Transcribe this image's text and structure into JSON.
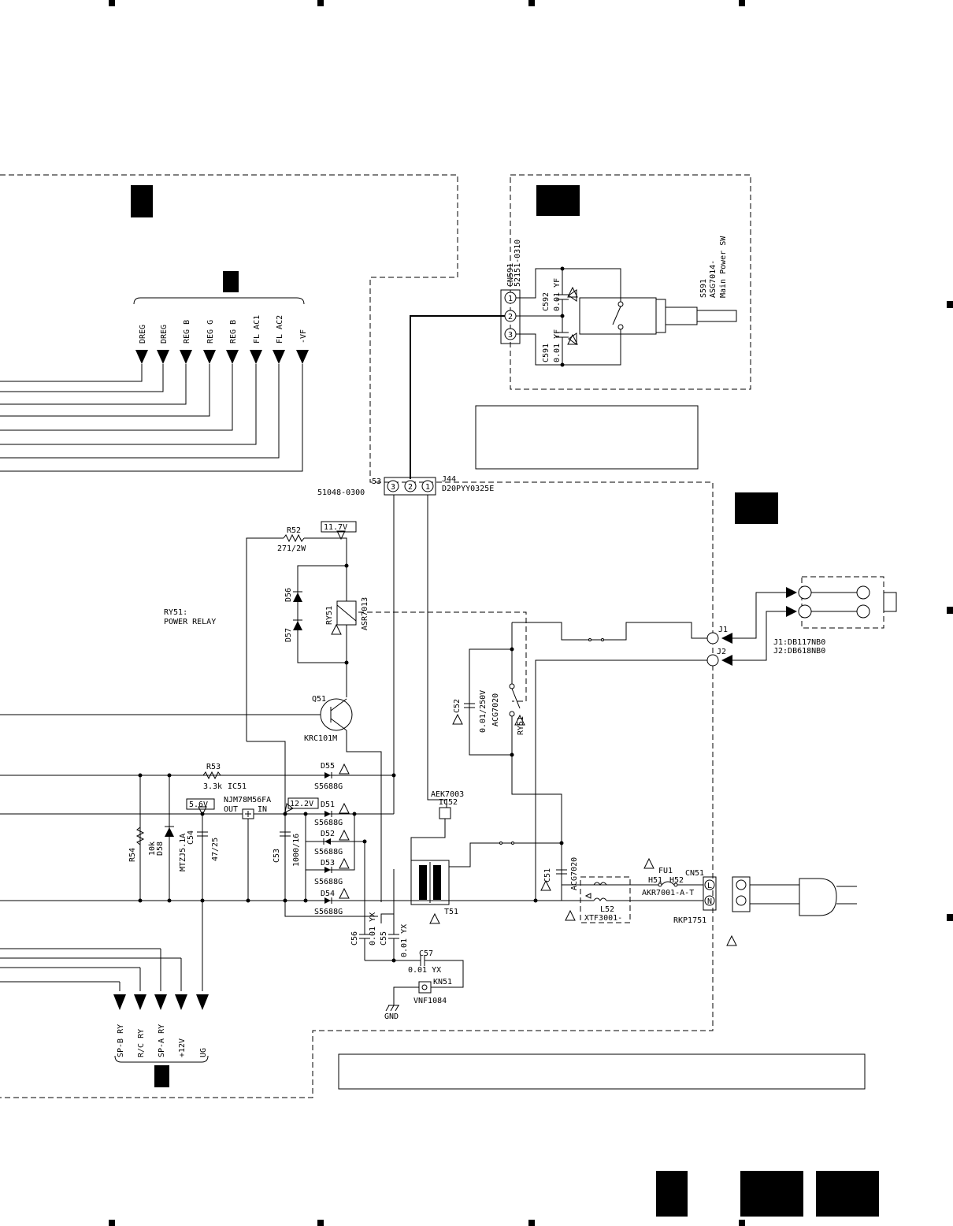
{
  "connectors_top": [
    "DREG",
    "DREG",
    "REG B",
    "REG G",
    "REG B",
    "FL  AC1",
    "FL  AC2",
    "-VF"
  ],
  "connectors_bottom": [
    "SP-B RY",
    "R/C RY",
    "SP-A RY",
    "+12V",
    "UG"
  ],
  "cn591": {
    "ref": "CN591",
    "part": "52151-0310",
    "pins": [
      "1",
      "2",
      "3"
    ]
  },
  "c592": {
    "ref": "C592",
    "value": "0.01 YF"
  },
  "c591": {
    "ref": "C591",
    "value": "0.01 YF"
  },
  "s591": {
    "ref": "S591",
    "part": "ASG7014-",
    "desc": "Main Power SW"
  },
  "j44": {
    "left_ref": "53",
    "left_part": "51048-0300",
    "ref": "J44",
    "part": "D20PYY0325E",
    "pins": [
      "3",
      "2",
      "1"
    ]
  },
  "r52": {
    "ref": "R52",
    "value": "271/2W"
  },
  "v117": "11.7V",
  "v122": "12.2V",
  "v56": "5.6V",
  "ry51_ref": "RY51",
  "ry51_part": "ASR7013",
  "ry51_desc": [
    "RY51:",
    "POWER RELAY"
  ],
  "d56": "D56",
  "d57": "D57",
  "q51": {
    "ref": "Q51",
    "part": "KRC101M"
  },
  "c52": {
    "ref": "C52",
    "value": "0.01/250V",
    "part": "ACG7020"
  },
  "r53": {
    "ref": "R53",
    "value": "3.3k"
  },
  "ic51": {
    "ref": "IC51",
    "part": "NJM78M56FA",
    "out": "OUT",
    "in": "IN"
  },
  "diodes": [
    {
      "ref": "D55",
      "part": "S5688G"
    },
    {
      "ref": "D51",
      "part": "S5688G"
    },
    {
      "ref": "D52",
      "part": "S5688G"
    },
    {
      "ref": "D53",
      "part": "S5688G"
    },
    {
      "ref": "D54",
      "part": "S5688G"
    }
  ],
  "ic52": {
    "part": "AEK7003",
    "ref": "IC52"
  },
  "r54": "R54",
  "d58": {
    "value": "10k",
    "ref": "D58"
  },
  "mtz": "MTZJ5.1A",
  "c54": {
    "ref": "C54",
    "value": "47/25"
  },
  "c53": {
    "ref": "C53",
    "value": "1000/16"
  },
  "c56": {
    "ref": "C56",
    "value": "0.01 YX"
  },
  "c55": {
    "ref": "C55",
    "value": "0.01 YX"
  },
  "c57": {
    "ref": "C57",
    "value": "0.01 YX"
  },
  "t51": "T51",
  "kn51": {
    "ref": "KN51",
    "part": "VNF1084"
  },
  "gnd": "GND",
  "c51": {
    "ref": "C51",
    "part": "ACG7020"
  },
  "l52": {
    "ref": "L52",
    "part": "XTF3001-"
  },
  "fu1": {
    "ref": "FU1",
    "h51": "H51",
    "h52": "H52",
    "part": "AKR7001-A-T"
  },
  "cn51": {
    "ref": "CN51",
    "part": "RKP1751",
    "pins": [
      "L",
      "N"
    ]
  },
  "j1": "J1",
  "j2": "J2",
  "jack_parts": [
    "J1:DB117NB0",
    "J2:DB618NB0"
  ]
}
